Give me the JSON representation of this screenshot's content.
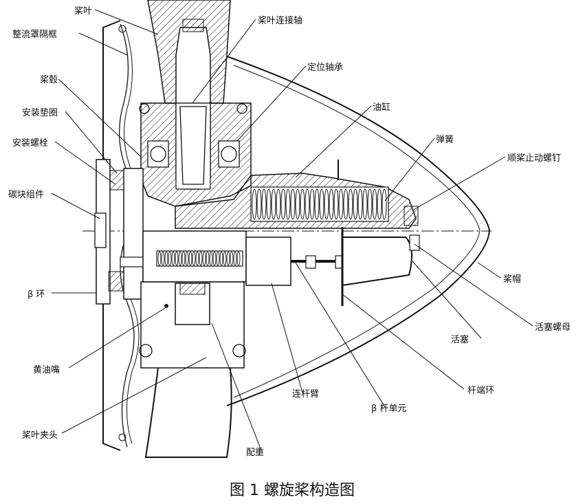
{
  "caption": "图 1 螺旋桨构造图",
  "labels": {
    "blade": "桨叶",
    "fairing_bulkhead": "整流罩隔框",
    "hub": "桨毂",
    "mount_washer": "安装垫圈",
    "mount_bolt": "安装螺栓",
    "carbon_block": "碳块组件",
    "beta_ring": "β 环",
    "grease_nipple": "黄油嘴",
    "blade_clamp": "桨叶夹头",
    "blade_shaft": "桨叶连接轴",
    "locating_bearing": "定位轴承",
    "cylinder": "油缸",
    "spring": "弹簧",
    "feather_stop_screw": "顺桨止动螺钉",
    "spinner": "桨帽",
    "piston_nut": "活塞螺母",
    "piston": "活塞",
    "rod_end_ring": "杆端环",
    "beta_rod_unit": "β 杆单元",
    "link_arm": "连杆臂",
    "counterweight": "配重"
  }
}
